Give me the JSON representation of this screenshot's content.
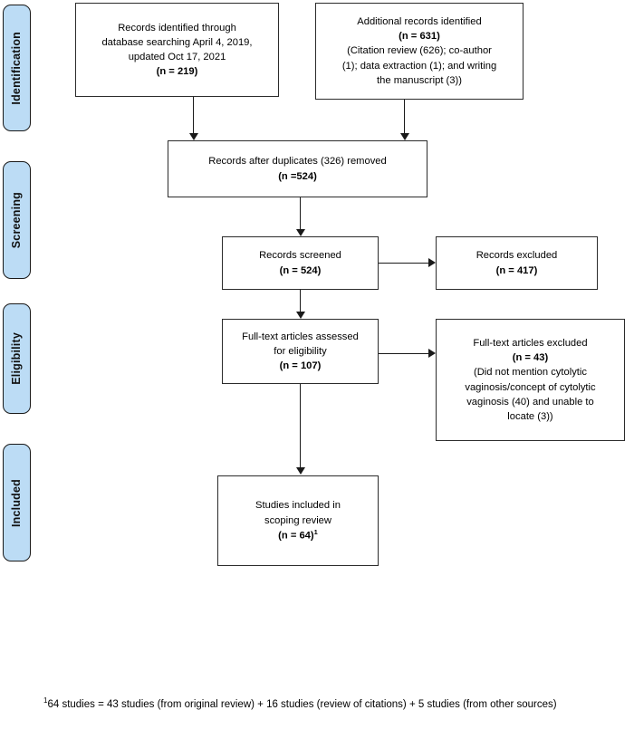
{
  "diagram": {
    "type": "prisma-flow-diagram",
    "phases": [
      {
        "id": "identification",
        "label": "Identification"
      },
      {
        "id": "screening",
        "label": "Screening"
      },
      {
        "id": "eligibility",
        "label": "Eligibility"
      },
      {
        "id": "included",
        "label": "Included"
      }
    ],
    "boxes": {
      "records_identified": {
        "lines": [
          "Records identified through",
          "database searching April 4, 2019,",
          "updated Oct 17, 2021"
        ],
        "count_line": "(n = 219)"
      },
      "additional_records": {
        "lines": [
          "Additional records identified"
        ],
        "count_line": "(n = 631)",
        "detail_lines": [
          "(Citation review (626); co-author",
          "(1); data extraction (1); and writing",
          "the manuscript (3))"
        ]
      },
      "after_duplicates": {
        "lines": [
          "Records after duplicates (326) removed"
        ],
        "count_line": "(n =524)"
      },
      "records_screened": {
        "lines": [
          "Records screened"
        ],
        "count_line": "(n = 524)"
      },
      "records_excluded": {
        "lines": [
          "Records excluded"
        ],
        "count_line": "(n = 417)"
      },
      "fulltext_assessed": {
        "lines": [
          "Full-text articles assessed",
          "for eligibility"
        ],
        "count_line": "(n = 107)"
      },
      "fulltext_excluded": {
        "lines": [
          "Full-text articles excluded"
        ],
        "count_line": "(n = 43)",
        "detail_lines": [
          "(Did not mention cytolytic",
          "vaginosis/concept of cytolytic",
          "vaginosis (40) and unable to",
          "locate (3))"
        ]
      },
      "studies_included": {
        "lines": [
          "Studies included in",
          "scoping review"
        ],
        "count_line": "(n = 64)",
        "count_superscript": "1"
      }
    },
    "footnote": {
      "marker": "1",
      "text": "64 studies = 43 studies (from original review) + 16 studies (review of citations) + 5 studies (from other sources)"
    },
    "colors": {
      "phase_fill": "#bcdcf5",
      "phase_border": "#1a1a1a",
      "box_border": "#2b2b2b",
      "background": "#ffffff",
      "text": "#000000"
    }
  }
}
